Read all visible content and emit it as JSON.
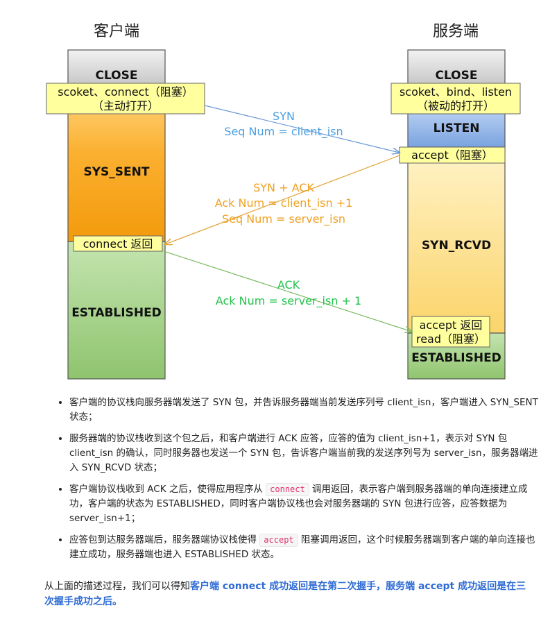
{
  "diagram": {
    "client_title": "客户端",
    "server_title": "服务端",
    "client_states": {
      "close": "CLOSE",
      "syn_sent": "SYS_SENT",
      "established": "ESTABLISHED"
    },
    "server_states": {
      "close": "CLOSE",
      "listen": "LISTEN",
      "syn_rcvd": "SYN_RCVD",
      "established": "ESTABLISHED"
    },
    "client_notes": {
      "socket_connect_line1": "scoket、connect（阻塞）",
      "socket_connect_line2": "（主动打开）",
      "connect_return": "connect 返回"
    },
    "server_notes": {
      "socket_bind_line1": "scoket、bind、listen",
      "socket_bind_line2": "（被动的打开）",
      "accept_block": "accept（阻塞）",
      "accept_return": "accept 返回",
      "read_block": "read（阻塞）"
    },
    "messages": {
      "syn": {
        "line1": "SYN",
        "line2": "Seq Num = client_isn"
      },
      "syn_ack": {
        "line1": "SYN + ACK",
        "line2": "Ack Num =  client_isn +1",
        "line3": "Seq Num = server_isn"
      },
      "ack": {
        "line1": "ACK",
        "line2": "Ack Num = server_isn + 1"
      }
    },
    "colors": {
      "close_gray": "#d9d9d9",
      "syn_sent_orange": "#f9a825",
      "established_green": "#a5d38d",
      "listen_blue": "#8fb4e8",
      "syn_rcvd_yellow": "#fde39a",
      "note_yellow": "#ffff9e",
      "msg_blue": "#4a9fe0",
      "msg_orange": "#f0a020",
      "msg_green": "#22c24a"
    }
  },
  "bullets": [
    {
      "text": "客户端的协议栈向服务器端发送了 SYN 包，并告诉服务器端当前发送序列号 client_isn，客户端进入 SYN_SENT 状态；"
    },
    {
      "text": "服务器端的协议栈收到这个包之后，和客户端进行 ACK 应答，应答的值为 client_isn+1，表示对 SYN 包 client_isn 的确认，同时服务器也发送一个 SYN 包，告诉客户端当前我的发送序列号为 server_isn，服务器端进入 SYN_RCVD 状态；"
    },
    {
      "text_before": "客户端协议栈收到 ACK 之后，使得应用程序从 ",
      "code": "connect",
      "text_after": " 调用返回，表示客户端到服务器端的单向连接建立成功，客户端的状态为 ESTABLISHED，同时客户端协议栈也会对服务器端的 SYN 包进行应答，应答数据为 server_isn+1；"
    },
    {
      "text_before": "应答包到达服务器端后，服务器端协议栈使得 ",
      "code": "accept",
      "text_after": " 阻塞调用返回，这个时候服务器端到客户端的单向连接也建立成功，服务器端也进入 ESTABLISHED 状态。"
    }
  ],
  "summary": {
    "prefix": "从上面的描述过程，我们可以得知",
    "bold": "客户端 connect 成功返回是在第二次握手，服务端 accept 成功返回是在三次握手成功之后。"
  }
}
